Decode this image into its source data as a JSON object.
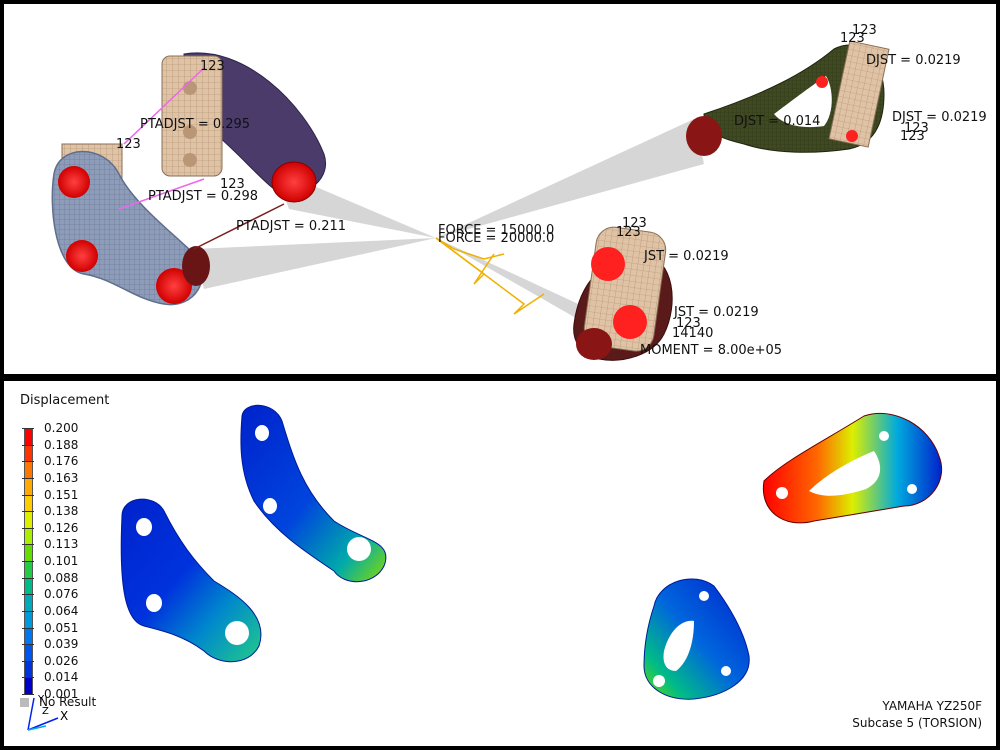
{
  "model_view": {
    "labels": {
      "ptadjst_1": "PTADJST = 0.295",
      "ptadjst_2": "PTADJST = 0.298",
      "ptadjst_3": "PTADJST = 0.211",
      "adjst_4": "DJST = 0.0219",
      "adjst_5": "DJST = 0.014",
      "adjst_6": "DJST = 0.0219",
      "adjst_7": "JST = 0.0219",
      "adjst_8": "JST = 0.0219",
      "force_1": "FORCE = 15000.0",
      "force_2": "FORCE = 20000.0",
      "moment": "MOMENT = 8.00e+05",
      "spc_1": "123",
      "spc_2": "123",
      "spc_3": "123",
      "spc_4": "123",
      "spc_5": "123",
      "spc_6": "123",
      "spc_7": "123",
      "spc_8": "123",
      "spc_9": "123",
      "spc_10": "123",
      "node_id": "14140"
    },
    "colors": {
      "mesh_tan": "#d9b99b",
      "mesh_purple": "#4a3b6b",
      "mesh_blue_grey": "#8a9ab8",
      "mesh_olive": "#3f4a22",
      "mesh_maroon": "#5a1a1a",
      "rbe_red": "#ff0000",
      "force_arrow": "#f0b000",
      "rbe_cone": "#c8c8c8",
      "spc_cyan": "#00bcd4",
      "spc_magenta": "#ee66ee"
    }
  },
  "contour_view": {
    "legend": {
      "title": "Displacement",
      "values": [
        "0.200",
        "0.188",
        "0.176",
        "0.163",
        "0.151",
        "0.138",
        "0.126",
        "0.113",
        "0.101",
        "0.088",
        "0.076",
        "0.064",
        "0.051",
        "0.039",
        "0.026",
        "0.014",
        "0.001"
      ],
      "colors": [
        "#ff0000",
        "#ff3300",
        "#ff7700",
        "#ffaa00",
        "#ffcc00",
        "#ddee00",
        "#aaee00",
        "#66dd00",
        "#22cc44",
        "#00bb88",
        "#00aabb",
        "#0099dd",
        "#0077ee",
        "#0055ee",
        "#0033dd",
        "#0000cc"
      ],
      "no_result_label": "No Result",
      "no_result_color": "#bbbbbb"
    },
    "info": {
      "model_name": "YAMAHA YZ250F",
      "subcase": "Subcase 5 (TORSION)"
    },
    "triad": {
      "x": "X",
      "y": "Y",
      "z": "Z"
    }
  }
}
